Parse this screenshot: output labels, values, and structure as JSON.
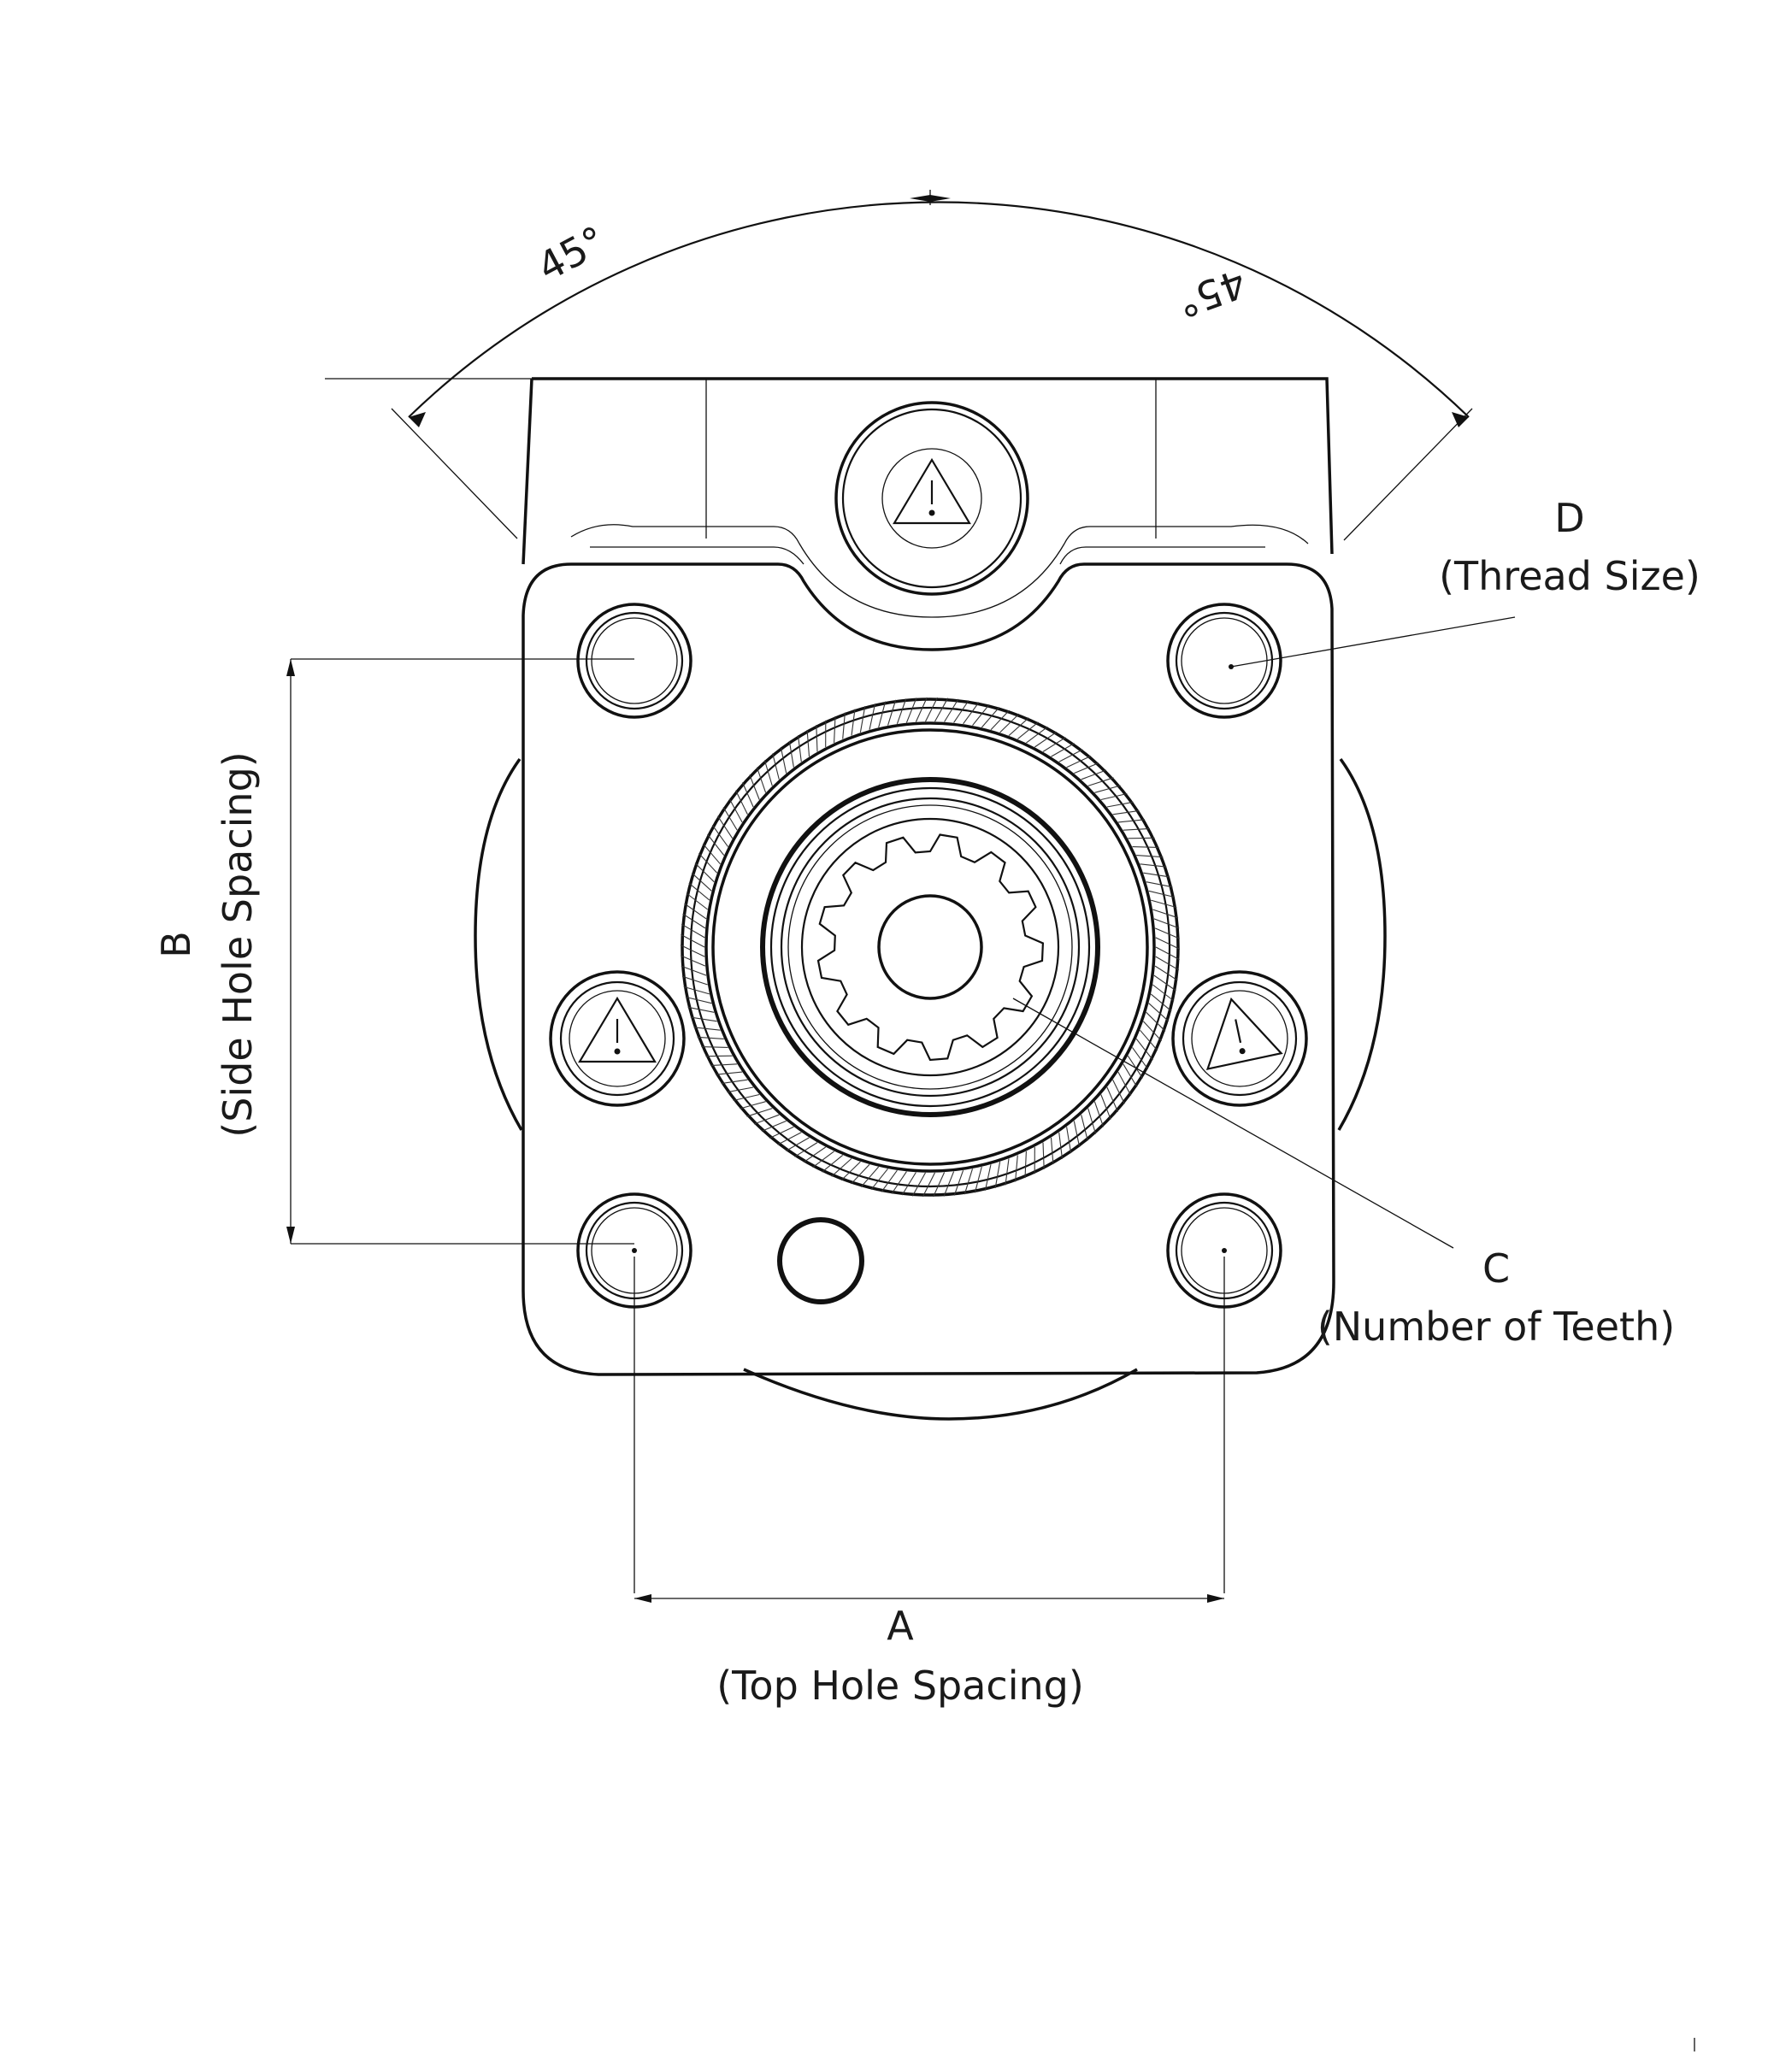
{
  "annotations": {
    "angle_left": "45°",
    "angle_right": "45°",
    "dim_a_letter": "A",
    "dim_a_desc": "(Top Hole Spacing)",
    "dim_b_letter": "B",
    "dim_b_desc": "(Side Hole Spacing)",
    "dim_c_letter": "C",
    "dim_c_desc": "(Number of Teeth)",
    "dim_d_letter": "D",
    "dim_d_desc": "(Thread Size)"
  },
  "icons": {
    "port_warning": "warning-triangle-icon"
  }
}
